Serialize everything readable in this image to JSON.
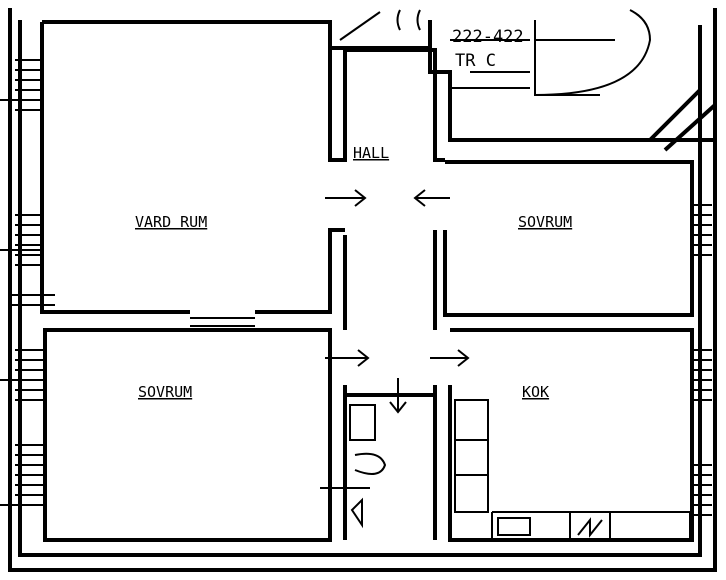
{
  "plan": {
    "stair_code": "222-422",
    "stair_name": "TR C",
    "rooms": {
      "hall": "HALL",
      "wardrobe": "VARD RUM",
      "bedroom_right": "SOVRUM",
      "bedroom_left": "SOVRUM",
      "kitchen": "KOK"
    }
  }
}
